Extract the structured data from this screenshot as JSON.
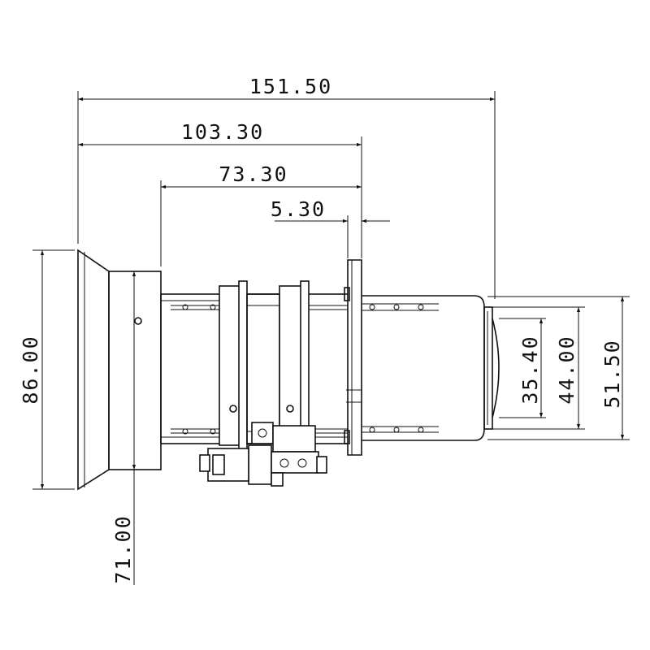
{
  "dimensions": {
    "overall_length": "151.50",
    "length_to_flange": "103.30",
    "barrel_length": "73.30",
    "flange_thickness": "5.30",
    "front_diameter": "86.00",
    "barrel_diameter": "71.00",
    "rear_inner_diameter": "35.40",
    "rear_mid_diameter": "44.00",
    "rear_outer_diameter": "51.50"
  }
}
